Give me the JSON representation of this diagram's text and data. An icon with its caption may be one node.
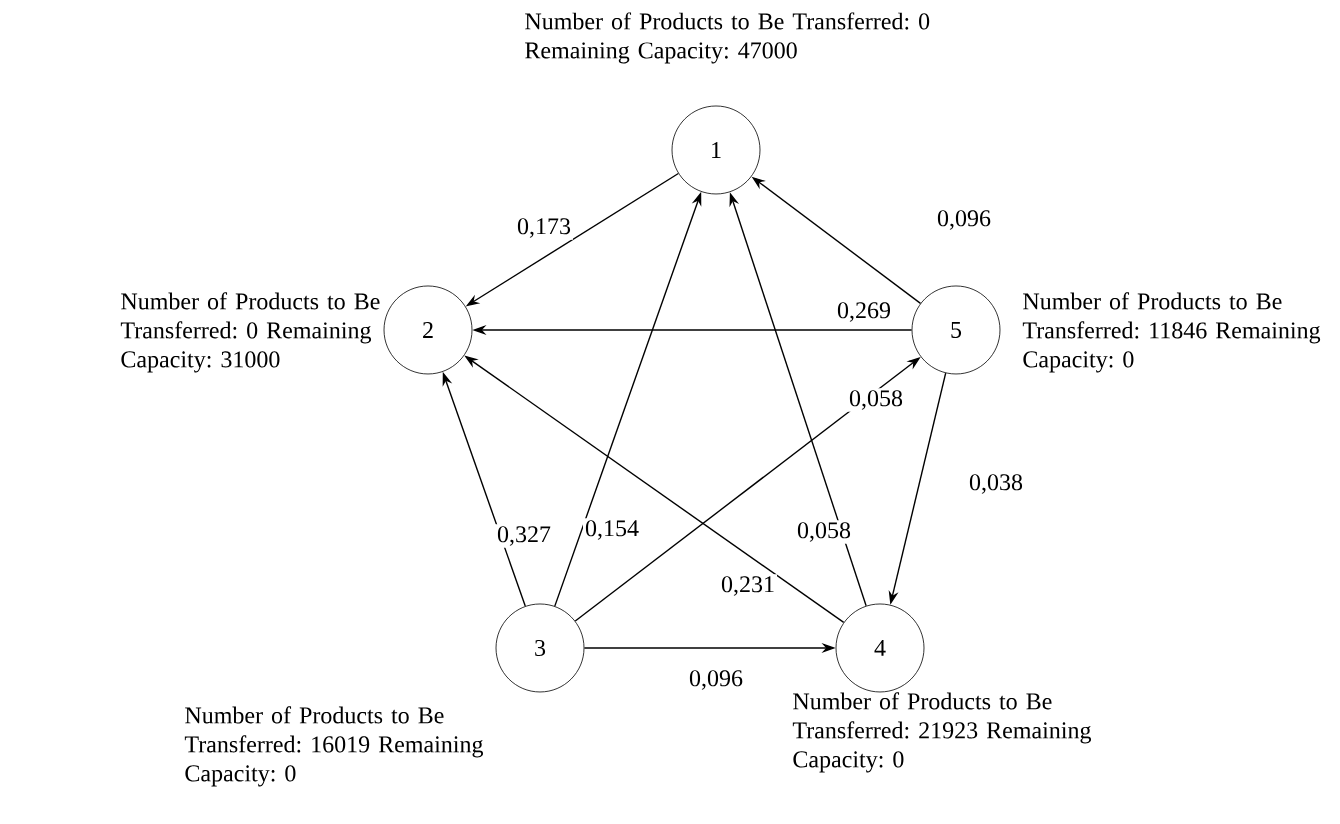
{
  "diagram": {
    "nodes": [
      {
        "text": [
          "1"
        ],
        "beside": [
          "Number of Products to Be Transferred: 0 Remaining Capacity: 47000"
        ]
      },
      {
        "text": [
          "2"
        ],
        "beside": [
          "Number of Products to Be Transferred: 0 Remaining Capacity: 31000"
        ]
      },
      {
        "text": [
          "3"
        ],
        "beside": [
          "Number of Products to Be Transferred: 16019 Remaining Capacity: 0"
        ]
      },
      {
        "text": [
          "4"
        ],
        "beside": [
          "Number of Products to Be Transferred: 21923 Remaining Capacity: 0"
        ]
      },
      {
        "text": [
          "5"
        ],
        "beside": [
          "Number of Products to Be Transferred: 11846 Remaining Capacity: 0"
        ]
      }
    ],
    "edges": [
      {
        "from": 0,
        "to": 1,
        "arrow": "to",
        "label": "0,173"
      },
      {
        "from": 4,
        "to": 0,
        "arrow": "to",
        "label": "0,096"
      },
      {
        "from": 4,
        "to": 1,
        "arrow": "to",
        "label": "0,269"
      },
      {
        "from": 2,
        "to": 4,
        "arrow": "to",
        "label": "0,058"
      },
      {
        "from": 4,
        "to": 3,
        "arrow": "to",
        "label": "0,038"
      },
      {
        "from": 2,
        "to": 1,
        "arrow": "to",
        "label": "0,327"
      },
      {
        "from": 2,
        "to": 0,
        "arrow": "to",
        "label": "0,154"
      },
      {
        "from": 3,
        "to": 0,
        "arrow": "to",
        "label": "0,058"
      },
      {
        "from": 3,
        "to": 1,
        "arrow": "to",
        "label": "0,231"
      },
      {
        "from": 2,
        "to": 3,
        "arrow": "to",
        "label": "0,096"
      }
    ]
  }
}
